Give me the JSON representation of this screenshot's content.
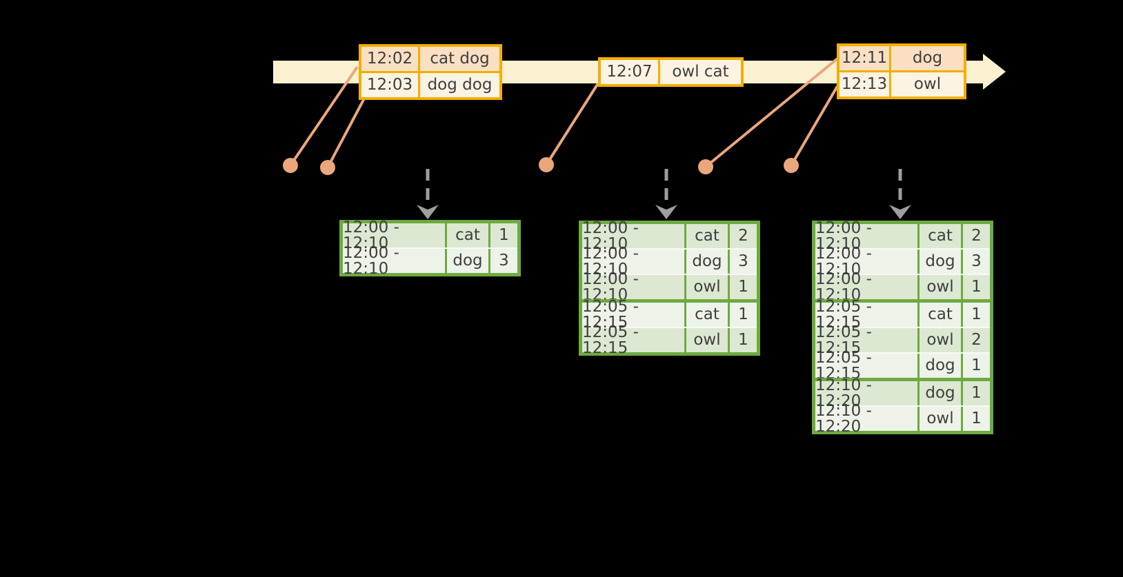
{
  "colors": {
    "background": "#000000",
    "text": "#3F3F3F",
    "timeline_fill": "#FBF1D0",
    "event_border": "#F2AE00",
    "event_row_dark": "#FADFC2",
    "event_row_light": "#FDF3E2",
    "connector": "#EBA77C",
    "dashed_arrow": "#9E9E9E",
    "result_border": "#6DAA41",
    "result_row_dark": "#DDE8D2",
    "result_row_light": "#EEF3E9",
    "result_gap": "#F7FAF3"
  },
  "timeline": {
    "direction": "left-to-right"
  },
  "icons": {
    "timeline_arrowhead": "right-triangle",
    "event_dot": "filled-circle",
    "trigger_arrow": "dashed-down-arrow"
  },
  "event_tables": [
    {
      "name": "event-table-1202-1203",
      "rows": [
        {
          "time": "12:02",
          "words": "cat dog",
          "shade": "dark"
        },
        {
          "time": "12:03",
          "words": "dog dog",
          "shade": "light"
        }
      ]
    },
    {
      "name": "event-table-1207",
      "rows": [
        {
          "time": "12:07",
          "words": "owl cat",
          "shade": "light"
        }
      ]
    },
    {
      "name": "event-table-1211-1213",
      "rows": [
        {
          "time": "12:11",
          "words": "dog",
          "shade": "dark"
        },
        {
          "time": "12:13",
          "words": "owl",
          "shade": "light"
        }
      ]
    }
  ],
  "result_tables": [
    {
      "name": "result-table-trigger-1",
      "group_breaks": [],
      "rows": [
        {
          "window": "12:00 - 12:10",
          "word": "cat",
          "count": "1"
        },
        {
          "window": "12:00 - 12:10",
          "word": "dog",
          "count": "3"
        }
      ]
    },
    {
      "name": "result-table-trigger-2",
      "group_breaks": [
        2
      ],
      "rows": [
        {
          "window": "12:00 - 12:10",
          "word": "cat",
          "count": "2"
        },
        {
          "window": "12:00 - 12:10",
          "word": "dog",
          "count": "3"
        },
        {
          "window": "12:00 - 12:10",
          "word": "owl",
          "count": "1"
        },
        {
          "window": "12:05 - 12:15",
          "word": "cat",
          "count": "1"
        },
        {
          "window": "12:05 - 12:15",
          "word": "owl",
          "count": "1"
        }
      ]
    },
    {
      "name": "result-table-trigger-3",
      "group_breaks": [
        2,
        5
      ],
      "rows": [
        {
          "window": "12:00 - 12:10",
          "word": "cat",
          "count": "2"
        },
        {
          "window": "12:00 - 12:10",
          "word": "dog",
          "count": "3"
        },
        {
          "window": "12:00 - 12:10",
          "word": "owl",
          "count": "1"
        },
        {
          "window": "12:05 - 12:15",
          "word": "cat",
          "count": "1"
        },
        {
          "window": "12:05 - 12:15",
          "word": "owl",
          "count": "2"
        },
        {
          "window": "12:05 - 12:15",
          "word": "dog",
          "count": "1"
        },
        {
          "window": "12:10 - 12:20",
          "word": "dog",
          "count": "1"
        },
        {
          "window": "12:10 - 12:20",
          "word": "owl",
          "count": "1"
        }
      ]
    }
  ]
}
